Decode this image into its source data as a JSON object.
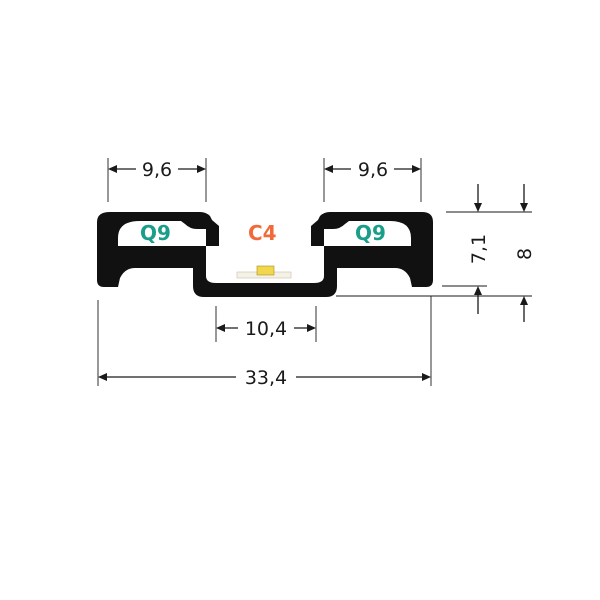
{
  "dimensions": {
    "left_slot_width": "9,6",
    "right_slot_width": "9,6",
    "channel_width": "10,4",
    "total_width": "33,4",
    "inner_height": "7,1",
    "total_height": "8"
  },
  "labels": {
    "left_slot": "Q9",
    "center": "C4",
    "right_slot": "Q9"
  },
  "colors": {
    "profile": "#111111",
    "slot_label": "#1a9e8a",
    "center_label": "#f06a3a",
    "led_chip": "#f2d64b",
    "led_base": "#f4f1e6",
    "dimension_line": "#1a1a1a"
  }
}
